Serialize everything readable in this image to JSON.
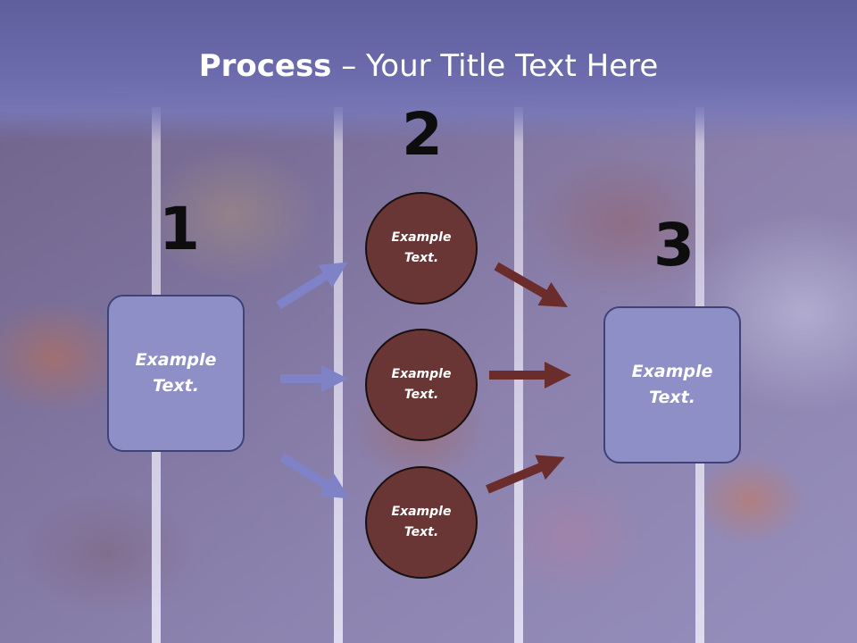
{
  "title": {
    "bold": "Process",
    "rest": " – Your Title Text Here"
  },
  "steps": {
    "one": "1",
    "two": "2",
    "three": "3"
  },
  "left_box": {
    "label": "Example Text."
  },
  "right_box": {
    "label": "Example Text."
  },
  "circles": [
    {
      "label": "Example Text."
    },
    {
      "label": "Example Text."
    },
    {
      "label": "Example Text."
    }
  ],
  "colors": {
    "title_bar": "#6c6cae",
    "box_fill": "#8d8fc6",
    "circle_fill": "#6a3535",
    "left_arrows": "#8082c8",
    "right_arrows": "#6b2c2c"
  }
}
